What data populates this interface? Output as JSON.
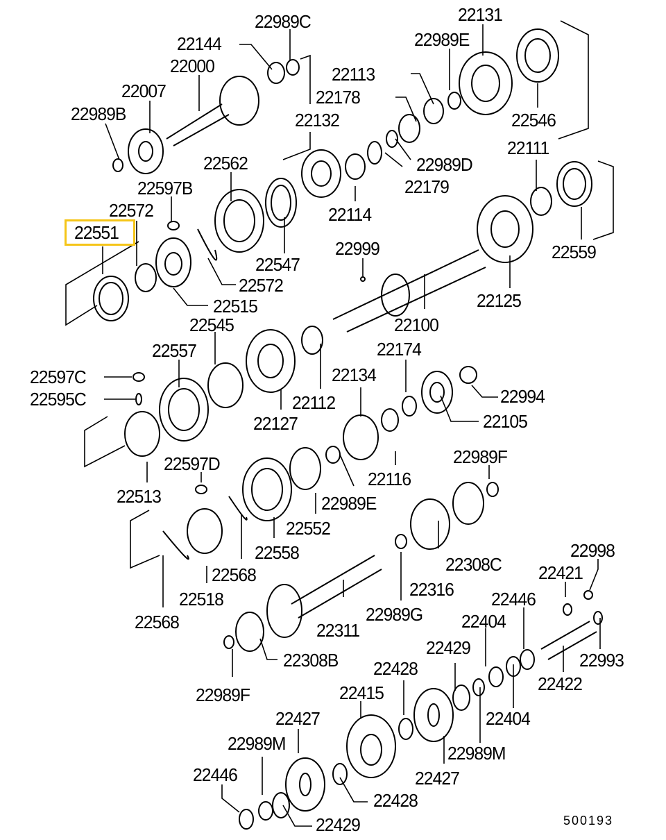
{
  "diagram_code": "500193",
  "highlight_color": "#f5c518",
  "highlighted_part": "22551",
  "labels": [
    "22989C",
    "22144",
    "22000",
    "22007",
    "22989B",
    "22131",
    "22989E",
    "22113",
    "22178",
    "22132",
    "22546",
    "22562",
    "22989D",
    "22111",
    "22597B",
    "22179",
    "22572",
    "22114",
    "22551",
    "22999",
    "22547",
    "22559",
    "22572",
    "22515",
    "22125",
    "22100",
    "22545",
    "22174",
    "22557",
    "22597C",
    "22134",
    "22994",
    "22595C",
    "22112",
    "22127",
    "22105",
    "22989F",
    "22513",
    "22116",
    "22597D",
    "22989E",
    "22552",
    "22558",
    "22568",
    "22998",
    "22308C",
    "22421",
    "22316",
    "22518",
    "22446",
    "22989G",
    "22568",
    "22311",
    "22404",
    "22993",
    "22308B",
    "22429",
    "22422",
    "22428",
    "22989F",
    "22415",
    "22404",
    "22427",
    "22989M",
    "22989M",
    "22427",
    "22446",
    "22428",
    "22429"
  ]
}
